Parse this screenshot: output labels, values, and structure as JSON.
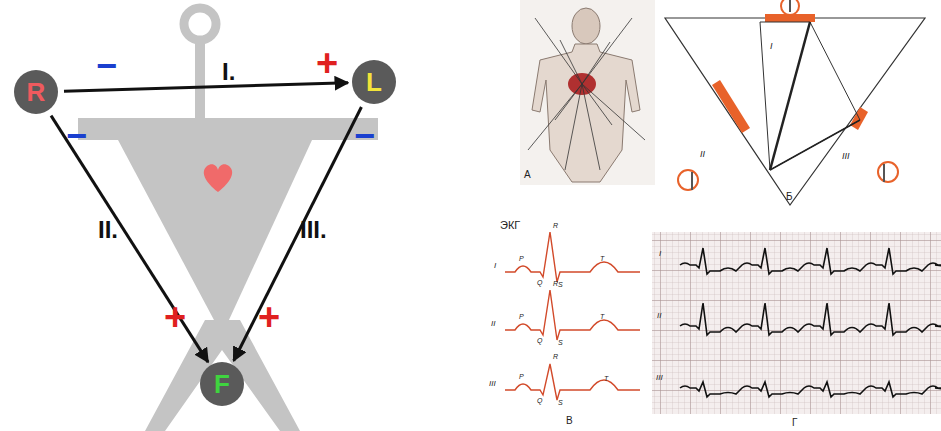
{
  "diagram": {
    "nodes": [
      {
        "text": [
          "R"
        ]
      },
      {
        "text": [
          "L"
        ]
      },
      {
        "text": [
          "F"
        ]
      }
    ],
    "edges": [
      {
        "from": 0,
        "to": 1,
        "arrow": "to",
        "label": "I."
      },
      {
        "from": 0,
        "to": 2,
        "arrow": "to",
        "label": "II."
      },
      {
        "from": 1,
        "to": 2,
        "arrow": "to",
        "label": "III."
      }
    ],
    "labels": [
      "−",
      "+",
      "−",
      "−",
      "+",
      "+",
      "А",
      "Б",
      "I",
      "II",
      "III",
      "ЭКГ",
      "I",
      "P",
      "R",
      "Q",
      "S",
      "T",
      "II",
      "P",
      "R",
      "Q",
      "S",
      "T",
      "III",
      "P",
      "R",
      "Q",
      "S",
      "T",
      "В",
      "I",
      "II",
      "III",
      "Г"
    ]
  }
}
